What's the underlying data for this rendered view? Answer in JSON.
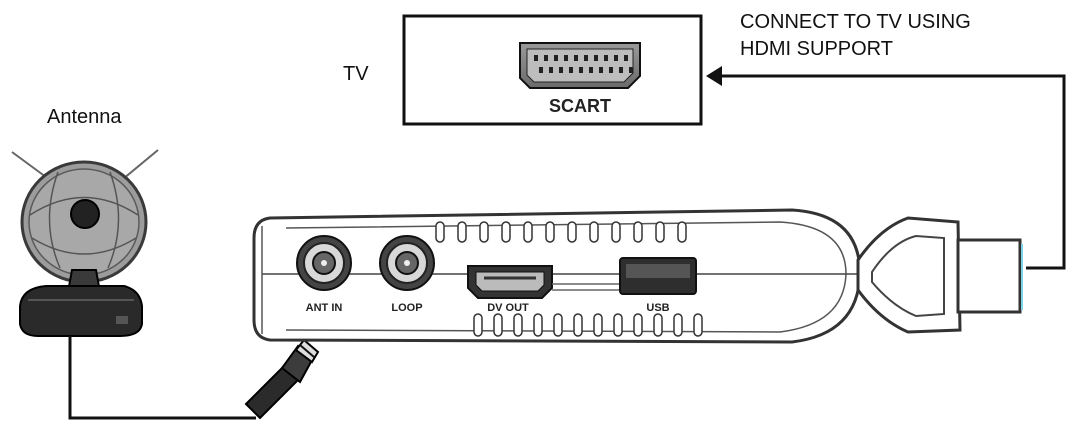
{
  "labels": {
    "tv": "TV",
    "antenna": "Antenna",
    "connect_line1": "CONNECT TO TV USING",
    "connect_line2": "HDMI SUPPORT"
  },
  "tv_panel": {
    "port_label": "SCART"
  },
  "receiver": {
    "ports": [
      "ANT IN",
      "LOOP",
      "DV OUT",
      "USB"
    ]
  }
}
